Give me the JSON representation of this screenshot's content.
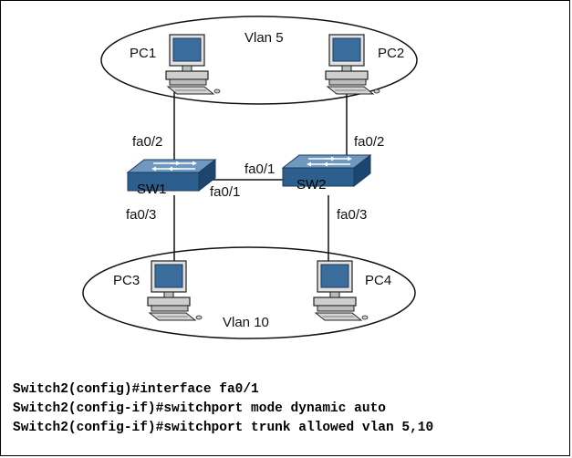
{
  "diagram": {
    "vlans": [
      {
        "id": "vlan5",
        "label": "Vlan 5"
      },
      {
        "id": "vlan10",
        "label": "Vlan 10"
      }
    ],
    "switches": [
      {
        "id": "sw1",
        "label": "SW1"
      },
      {
        "id": "sw2",
        "label": "SW2"
      }
    ],
    "pcs": [
      {
        "id": "pc1",
        "label": "PC1"
      },
      {
        "id": "pc2",
        "label": "PC2"
      },
      {
        "id": "pc3",
        "label": "PC3"
      },
      {
        "id": "pc4",
        "label": "PC4"
      }
    ],
    "ports": {
      "pc1_sw1": "fa0/2",
      "pc2_sw2": "fa0/2",
      "trunk_sw2": "fa0/1",
      "trunk_sw1": "fa0/1",
      "pc3_sw1": "fa0/3",
      "pc4_sw2": "fa0/3"
    },
    "colors": {
      "switch_top": "#6f98bf",
      "switch_front": "#2c5f8e",
      "switch_side": "#1c4670",
      "pc_screen": "#3b6d9c",
      "pc_body": "#d6d6d6"
    }
  },
  "config": {
    "lines": [
      "Switch2(config)#interface fa0/1",
      "Switch2(config-if)#switchport mode dynamic auto",
      "Switch2(config-if)#switchport trunk allowed vlan 5,10"
    ]
  }
}
